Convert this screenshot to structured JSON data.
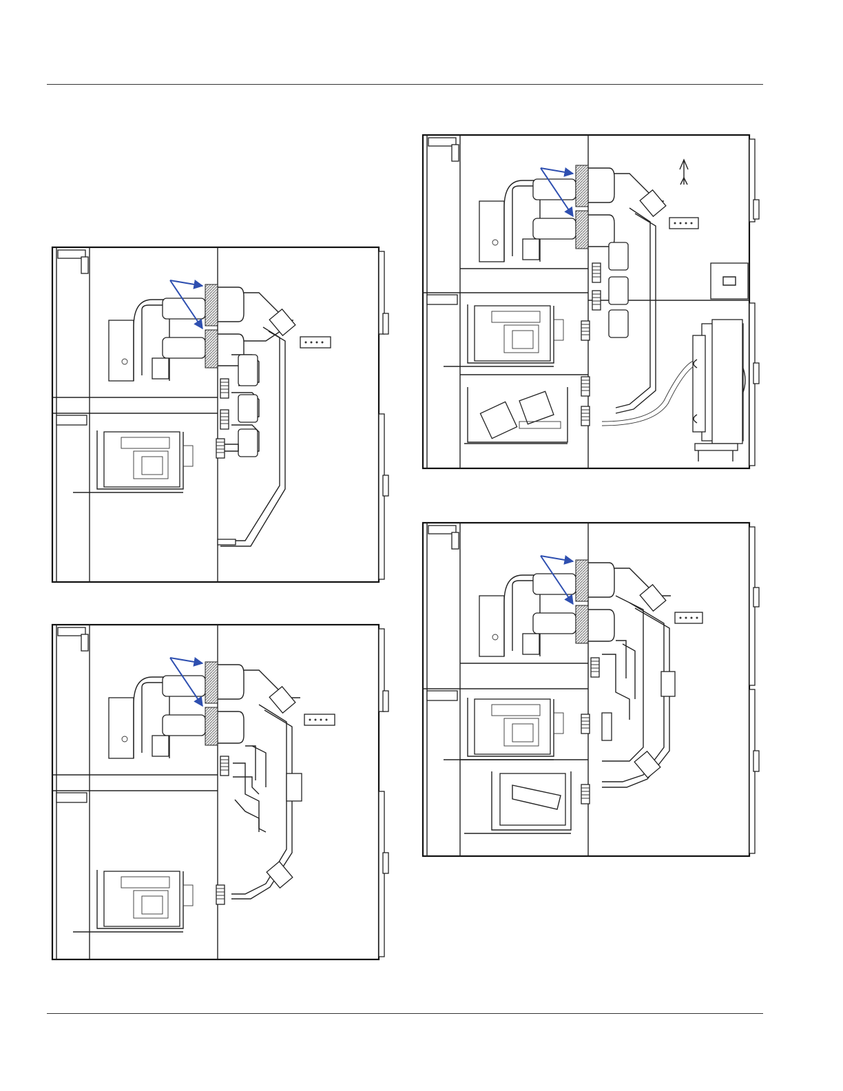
{
  "page": {
    "background": "#ffffff",
    "rule_color": "#333333",
    "accent_arrow_color": "#2e4fb0"
  },
  "figures": [
    {
      "id": "fig-a",
      "variant": "single-breaker-lower"
    },
    {
      "id": "fig-b",
      "variant": "single-breaker-bottom"
    },
    {
      "id": "fig-c",
      "variant": "two-breakers-with-transformer"
    },
    {
      "id": "fig-d",
      "variant": "two-breakers"
    }
  ]
}
